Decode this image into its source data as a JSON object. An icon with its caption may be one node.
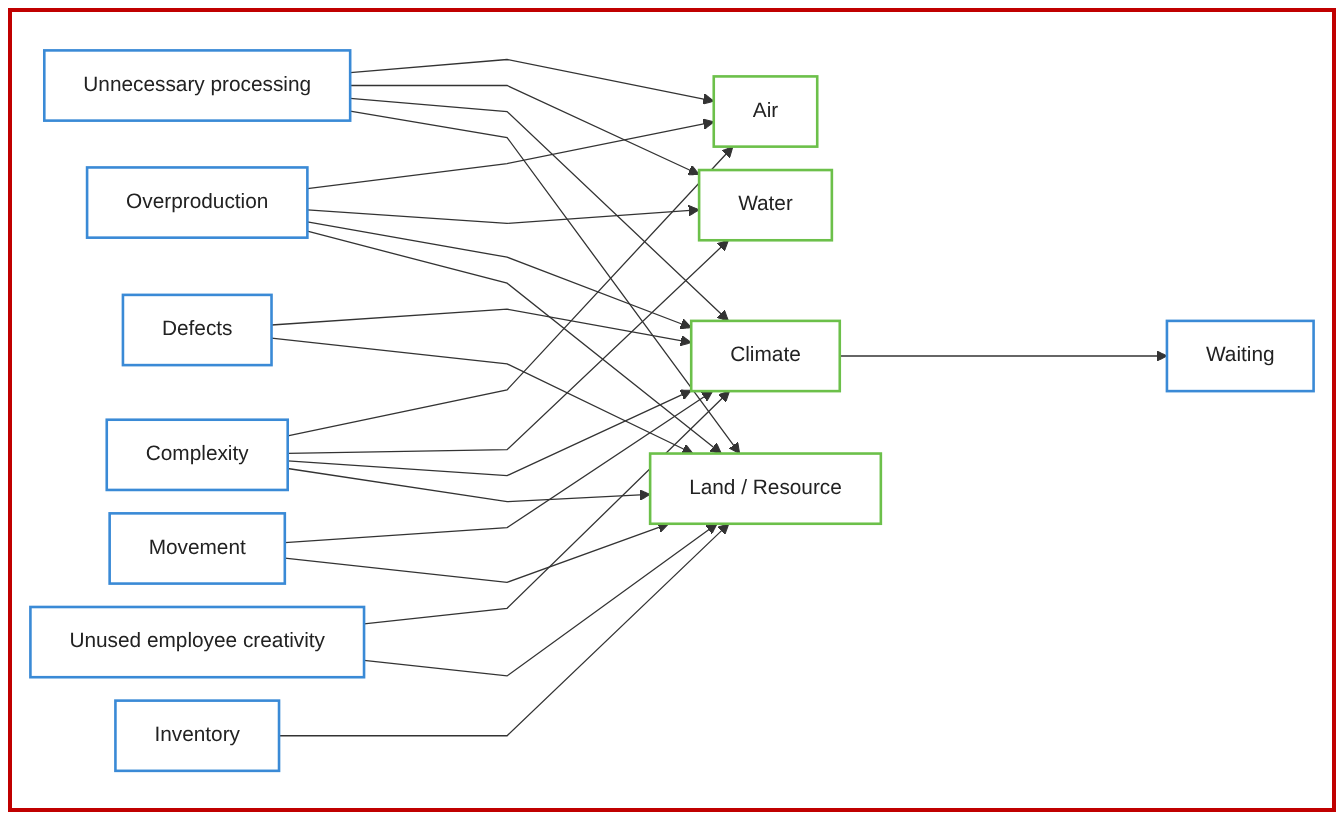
{
  "diagram": {
    "nodes": [
      {
        "text": [
          "Defects"
        ]
      },
      {
        "text": [
          "Waiting"
        ]
      },
      {
        "text": [
          "Unnecessary processing"
        ]
      },
      {
        "text": [
          "Overproduction"
        ]
      },
      {
        "text": [
          "Movement"
        ]
      },
      {
        "text": [
          "Inventory"
        ]
      },
      {
        "text": [
          "Unused employee creativity"
        ]
      },
      {
        "text": [
          "Complexity"
        ]
      },
      {
        "text": [
          "Air"
        ]
      },
      {
        "text": [
          "Water"
        ]
      },
      {
        "text": [
          "Climate"
        ]
      },
      {
        "text": [
          "Land / Resource"
        ]
      }
    ],
    "edges": [
      {
        "from": 0,
        "to": 10,
        "arrow": "to"
      },
      {
        "from": 0,
        "to": 11,
        "arrow": "to"
      },
      {
        "from": 10,
        "to": 1,
        "arrow": "to"
      },
      {
        "from": 2,
        "to": 8,
        "arrow": "to"
      },
      {
        "from": 2,
        "to": 9,
        "arrow": "to"
      },
      {
        "from": 2,
        "to": 10,
        "arrow": "to"
      },
      {
        "from": 2,
        "to": 11,
        "arrow": "to"
      },
      {
        "from": 3,
        "to": 8,
        "arrow": "to"
      },
      {
        "from": 3,
        "to": 9,
        "arrow": "to"
      },
      {
        "from": 3,
        "to": 10,
        "arrow": "to"
      },
      {
        "from": 3,
        "to": 11,
        "arrow": "to"
      },
      {
        "from": 4,
        "to": 10,
        "arrow": "to"
      },
      {
        "from": 4,
        "to": 11,
        "arrow": "to"
      },
      {
        "from": 5,
        "to": 11,
        "arrow": "to"
      },
      {
        "from": 6,
        "to": 10,
        "arrow": "to"
      },
      {
        "from": 6,
        "to": 11,
        "arrow": "to"
      },
      {
        "from": 7,
        "to": 8,
        "arrow": "to"
      },
      {
        "from": 7,
        "to": 9,
        "arrow": "to"
      },
      {
        "from": 7,
        "to": 10,
        "arrow": "to"
      },
      {
        "from": 7,
        "to": 11,
        "arrow": "to"
      }
    ]
  }
}
